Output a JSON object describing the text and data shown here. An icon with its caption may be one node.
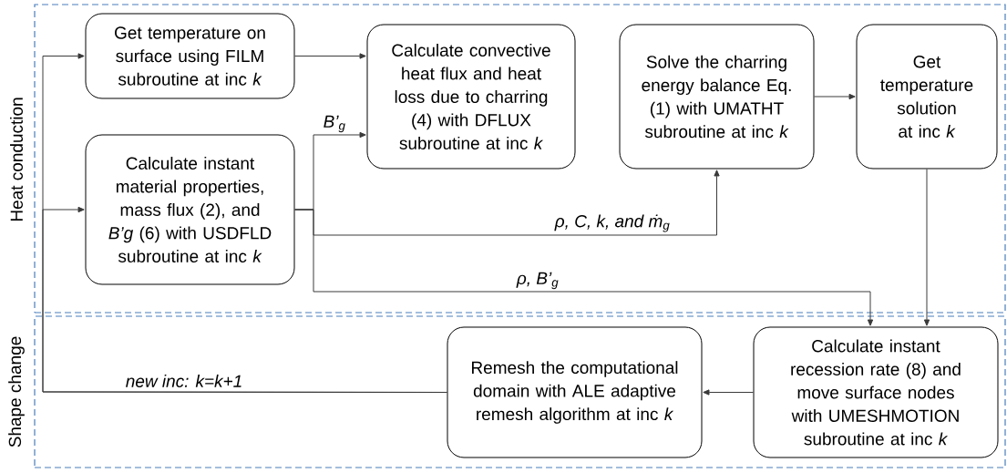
{
  "diagram": {
    "nodes": [
      {
        "text": [
          "Heat conduction"
        ]
      },
      {
        "text": [
          "Shape change"
        ]
      },
      {
        "text": [
          "Get temperature on surface using FILM subroutine at inc *k*"
        ],
        "in": 0
      },
      {
        "text": [
          "Calculate instant material properties, mass flux (2), and *B’g* (6) with USDFLD subroutine at inc *k*"
        ],
        "in": 0
      },
      {
        "text": [
          "Calculate convective heat flux and heat loss due to charring (4) with DFLUX subroutine at inc *k*"
        ],
        "in": 0
      },
      {
        "text": [
          "Solve the charring energy balance Eq. (1) with UMATHT subroutine at inc *k*"
        ],
        "in": 0
      },
      {
        "text": [
          "Get temperature solution at inc *k*"
        ],
        "in": 0
      },
      {
        "text": [
          "Remesh the computational domain with ALE adaptive remesh algorithm at inc *k*"
        ],
        "in": 1
      },
      {
        "text": [
          "Calculate instant recession rate (8) and move surface nodes with UMESHMOTION subroutine at inc *k*"
        ],
        "in": 1
      }
    ],
    "edges": [
      {
        "from": 2,
        "to": 4,
        "arrow": "to"
      },
      {
        "from": 3,
        "to": 4,
        "arrow": "to",
        "label": "B’$_{g}$"
      },
      {
        "from": 3,
        "to": 5,
        "arrow": "to",
        "label": "ρ, C, k, and ṁ$_{g}$"
      },
      {
        "from": 3,
        "to": 8,
        "arrow": "to",
        "label": "ρ, B’$_{g}$"
      },
      {
        "from": 5,
        "to": 6,
        "arrow": "to"
      },
      {
        "from": 6,
        "to": 8,
        "arrow": "to"
      },
      {
        "from": 8,
        "to": 7,
        "arrow": "to"
      },
      {
        "from": 7,
        "to": 2,
        "arrow": "to",
        "label": "new inc: k=k+1"
      },
      {
        "from": 7,
        "to": 3,
        "arrow": "to"
      }
    ]
  }
}
